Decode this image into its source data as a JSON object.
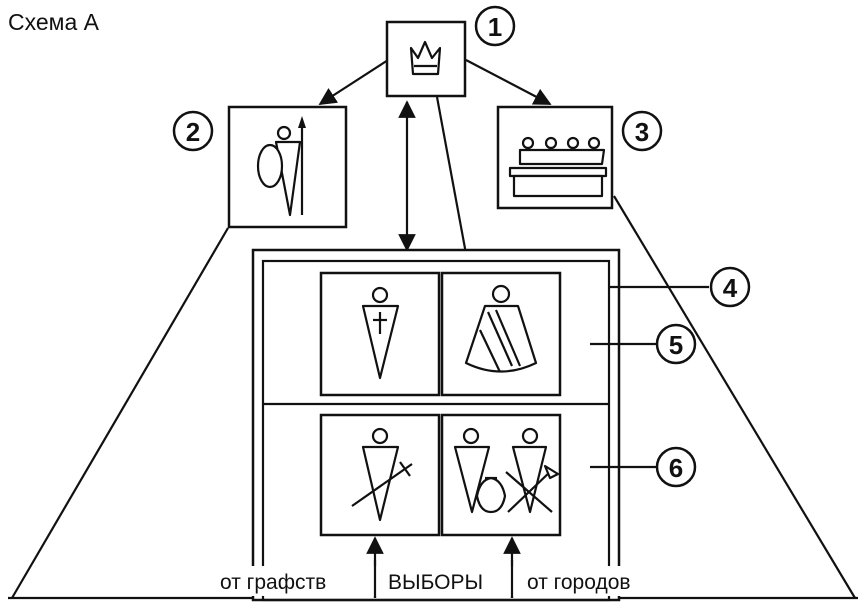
{
  "title": "Схема А",
  "callouts": [
    "1",
    "2",
    "3",
    "4",
    "5",
    "6"
  ],
  "bottom_labels": {
    "left": "от графств",
    "center": "ВЫБОРЫ",
    "right": "от городов"
  },
  "icons": {
    "king": "crown-icon",
    "council": "warrior-icon",
    "court": "judges-icon",
    "clergy": "bishop-icon",
    "nobility": "lord-icon",
    "knights": "knight-icon",
    "townsfolk": "townsfolk-icon"
  },
  "colors": {
    "ink": "#111111",
    "background": "#ffffff"
  }
}
